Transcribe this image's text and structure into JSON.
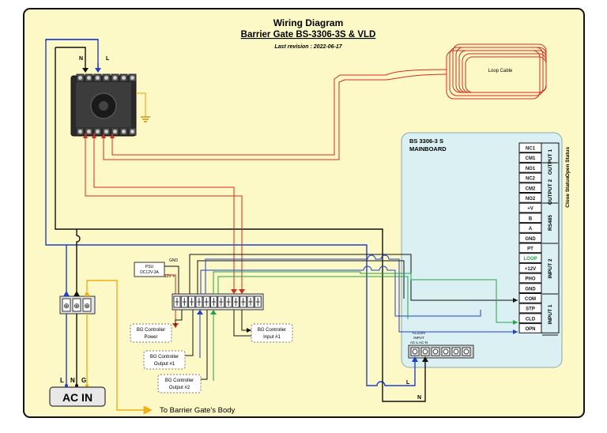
{
  "header": {
    "title": "Wiring Diagram",
    "subtitle": "Barrier Gate BS-3306-3S & VLD",
    "revision": "Last revision : 2022-06-17"
  },
  "relay": {
    "n_label": "N",
    "l_label": "L"
  },
  "loop": {
    "label": "Loop Cable"
  },
  "mainboard": {
    "title_line1": "BS 3306-3 S",
    "title_line2": "MAINBOARD",
    "pins": [
      "NC1",
      "CM1",
      "NO1",
      "NC2",
      "CM2",
      "NO2",
      "+V",
      "B",
      "A",
      "GND",
      "PT",
      "LOOP",
      "+12V",
      "PHO",
      "GND",
      "COM",
      "STP",
      "CLD",
      "OPN"
    ],
    "groups": [
      {
        "label": "OUTPUT 1",
        "side": "Open Status"
      },
      {
        "label": "OUTPUT 2",
        "side": "Close Status"
      },
      {
        "label": "RS485"
      },
      {
        "label": "INPUT 2"
      },
      {
        "label": "INPUT 1"
      }
    ],
    "ac_input_line1": "AC220V",
    "ac_input_line2": "INPUT",
    "ac_input_line3": "AC-L AC-N"
  },
  "psu": {
    "line1": "PSU",
    "line2": "DC12V-3A",
    "gnd": "GND",
    "v12": "12V +"
  },
  "callouts": {
    "power": [
      "BG Controller",
      "Power"
    ],
    "input1": [
      "BG Controller",
      "Input #1"
    ],
    "output1": [
      "BG Controller",
      "Output #1"
    ],
    "output2": [
      "BG Controller",
      "Output #2"
    ]
  },
  "acin": {
    "label": "AC IN",
    "l": "L",
    "n": "N",
    "g": "G"
  },
  "wire_labels": {
    "l": "L",
    "n": "N"
  },
  "body_note": "To Barrier Gate's Body",
  "colors": {
    "background": "#fdf9c7",
    "panel": "#daf0f3",
    "blue": "#1e3fd1",
    "red": "#d62a1f",
    "green": "#1ea34a",
    "yellow": "#f1ae17",
    "black": "#111111"
  }
}
